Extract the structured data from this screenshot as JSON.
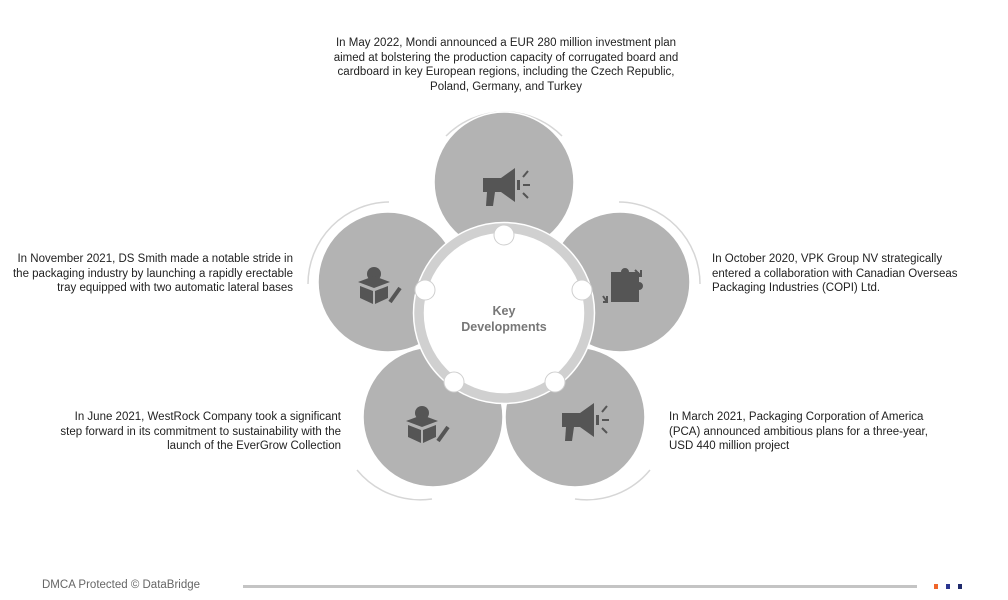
{
  "center_label": {
    "line1": "Key",
    "line2": "Developments"
  },
  "developments": [
    {
      "position": "top",
      "icon": "megaphone-icon",
      "text": "In May 2022, Mondi announced a EUR 280 million investment plan aimed at bolstering the production capacity of corrugated board and cardboard in key European regions, including the Czech Republic, Poland, Germany, and Turkey"
    },
    {
      "position": "right",
      "icon": "puzzle-collaboration-icon",
      "text": "In October 2020, VPK Group NV strategically entered a collaboration with Canadian Overseas Packaging Industries (COPI) Ltd."
    },
    {
      "position": "bottom-right",
      "icon": "megaphone-icon",
      "text": "In March 2021, Packaging Corporation of America (PCA) announced ambitious plans for a three-year, USD 440 million project"
    },
    {
      "position": "bottom-left",
      "icon": "box-idea-icon",
      "text": "In June 2021, WestRock Company took a significant step forward in its commitment to sustainability with the launch of the EverGrow Collection"
    },
    {
      "position": "left",
      "icon": "box-idea-icon",
      "text": "In November 2021, DS Smith made a notable stride in the packaging industry by launching a rapidly erectable tray equipped with two automatic lateral bases"
    }
  ],
  "footer": {
    "text": "DMCA Protected © DataBridge"
  },
  "colors": {
    "circle": "#b3b3b3",
    "ring": "#d0d0d0",
    "icon": "#555555",
    "accent_orange": "#f0652a",
    "accent_navy": "#1f2a6b"
  }
}
